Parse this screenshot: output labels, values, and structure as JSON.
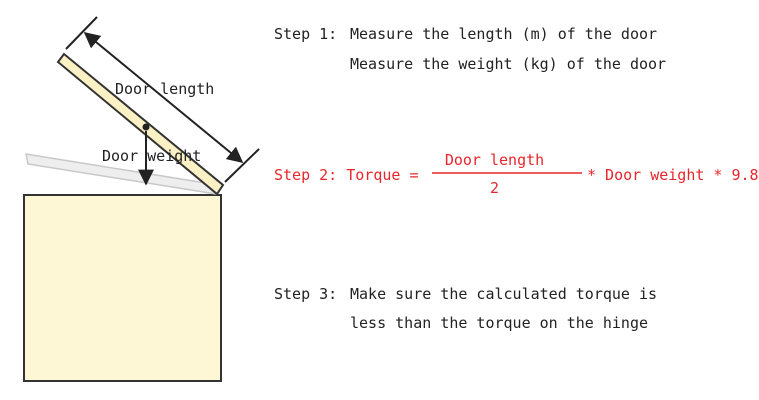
{
  "diagram": {
    "door_length_label": "Door length",
    "door_weight_label": "Door weight",
    "colors": {
      "box_fill": "#fdf7d6",
      "box_stroke": "#333333",
      "door_fill": "#fbf1c4",
      "door_stroke": "#333333",
      "closed_door_fill": "#eeeeee",
      "closed_door_stroke": "#c8c8c8",
      "arrow": "#222222",
      "formula_red": "#e8262b"
    }
  },
  "steps": {
    "step1": {
      "prefix": "Step 1:",
      "line1": "Measure the length (m) of the door",
      "line2": "Measure the weight (kg) of the door"
    },
    "step2": {
      "prefix": "Step 2: Torque =",
      "numerator": "Door length",
      "denominator": "2",
      "suffix": "* Door weight * 9.8"
    },
    "step3": {
      "prefix": "Step 3:",
      "line1": "Make sure the calculated torque is",
      "line2": "less than the torque on the hinge"
    }
  }
}
